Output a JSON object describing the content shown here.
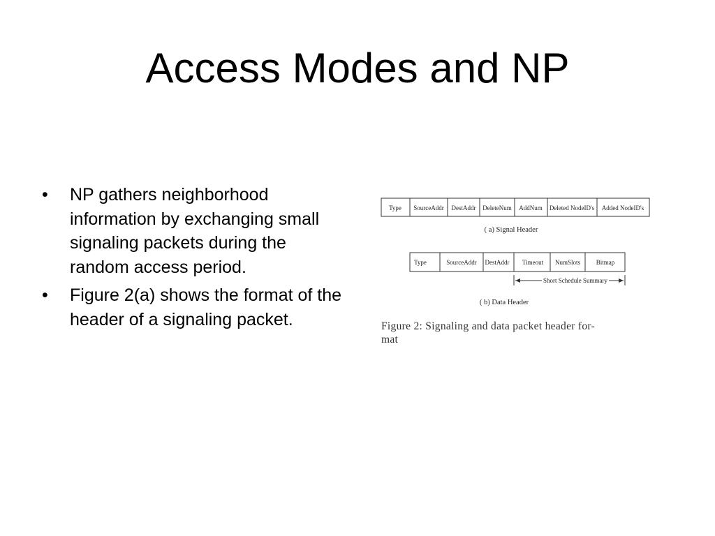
{
  "slide": {
    "title": "Access Modes and NP",
    "bullet_symbol": "•",
    "bullets": [
      "NP gathers neighborhood information by exchanging small signaling packets during the random access period.",
      "Figure 2(a) shows the format of the header of a signaling packet."
    ]
  },
  "figure": {
    "signal_header": {
      "fields": [
        "Type",
        "SourceAddr",
        "DestAddr",
        "DeleteNum",
        "AddNum",
        "Deleted NodeID's",
        "Added NodeID's"
      ],
      "caption": "( a) Signal Header"
    },
    "data_header": {
      "fields": [
        "Type",
        "SourceAddr",
        "DestAddr",
        "Timeout",
        "NumSlots",
        "Bitmap"
      ],
      "summary_label": "Short Schedule Summary",
      "caption": "( b) Data Header"
    },
    "caption_line1": "Figure 2:  Signaling and data packet header for-",
    "caption_line2": "mat"
  }
}
